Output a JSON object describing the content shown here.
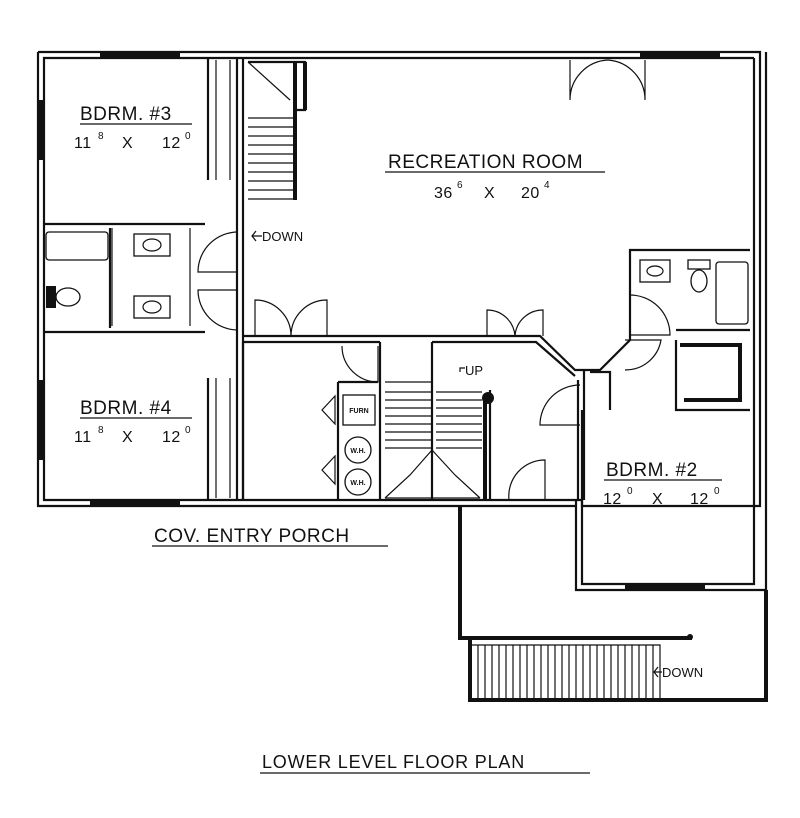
{
  "plan_title": "LOWER LEVEL FLOOR PLAN",
  "rooms": {
    "bdrm3": {
      "name": "BDRM. #3",
      "w_ft": "11",
      "w_in": "8",
      "x": "X",
      "d_ft": "12",
      "d_in": "0"
    },
    "bdrm4": {
      "name": "BDRM. #4",
      "w_ft": "11",
      "w_in": "8",
      "x": "X",
      "d_ft": "12",
      "d_in": "0"
    },
    "recreation": {
      "name": "RECREATION ROOM",
      "w_ft": "36",
      "w_in": "6",
      "x": "X",
      "d_ft": "20",
      "d_in": "4"
    },
    "bdrm2": {
      "name": "BDRM. #2",
      "w_ft": "12",
      "w_in": "0",
      "x": "X",
      "d_ft": "12",
      "d_in": "0"
    }
  },
  "porch_label": "COV. ENTRY PORCH",
  "stair_labels": {
    "down_main": "DOWN",
    "up": "UP",
    "down_exterior": "DOWN"
  },
  "equipment": {
    "furnace": "FURN",
    "water_heater_1": "W.H.",
    "water_heater_2": "W.H."
  }
}
